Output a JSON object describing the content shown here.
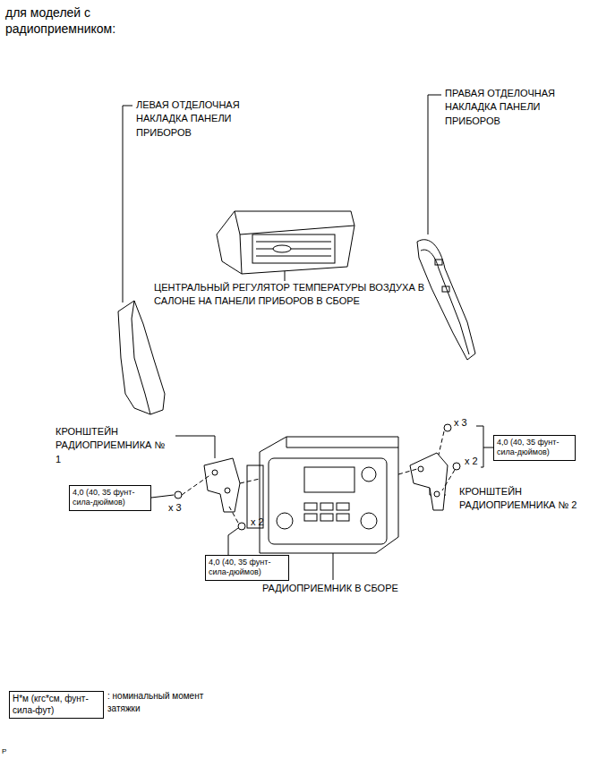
{
  "diagram": {
    "title": "для моделей с радиоприемником:",
    "nodes": [
      {
        "text": [
          "4,0 (40, 35 фунт-сила-дюймов)"
        ]
      },
      {
        "text": [
          "4,0 (40, 35 фунт-сила-дюймов)"
        ]
      },
      {
        "text": [
          "4,0 (40, 35 фунт-сила-дюймов)"
        ]
      },
      {
        "text": [
          "Н*м (кгс*см, фунт-сила-фут)"
        ]
      }
    ],
    "labels": [
      "ЛЕВАЯ ОТДЕЛОЧНАЯ НАКЛАДКА ПАНЕЛИ ПРИБОРОВ",
      "ПРАВАЯ ОТДЕЛОЧНАЯ НАКЛАДКА ПАНЕЛИ ПРИБОРОВ",
      "ЦЕНТРАЛЬНЫЙ РЕГУЛЯТОР ТЕМПЕРАТУРЫ ВОЗДУХА В САЛОНЕ НА ПАНЕЛИ ПРИБОРОВ В СБОРЕ",
      "КРОНШТЕЙН РАДИОПРИЕМНИКА № 1",
      "x 3",
      "x 2",
      "x 3",
      "КРОНШТЕЙН РАДИОПРИЕМНИКА № 2",
      "x 2",
      "РАДИОПРИЕМНИК В СБОРЕ",
      ": номинальный момент затяжки",
      "P"
    ]
  }
}
